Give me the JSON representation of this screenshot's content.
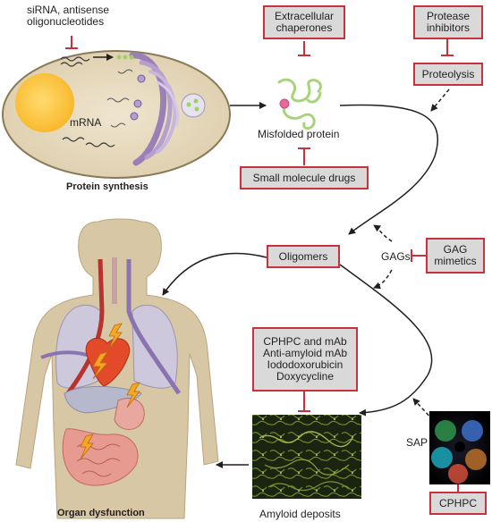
{
  "labels": {
    "sirna_line1": "siRNA, antisense",
    "sirna_line2": "oligonucleotides",
    "mrna": "mRNA",
    "protein_synthesis": "Protein synthesis",
    "misfolded_protein": "Misfolded protein",
    "gags": "GAGs",
    "sap": "SAP",
    "organ_dysfunction": "Organ dysfunction",
    "amyloid_deposits": "Amyloid deposits"
  },
  "boxes": {
    "extracellular_chaperones": [
      "Extracellular",
      "chaperones"
    ],
    "protease_inhibitors": [
      "Protease",
      "inhibitors"
    ],
    "proteolysis": [
      "Proteolysis"
    ],
    "small_molecule_drugs": [
      "Small molecule drugs"
    ],
    "oligomers": [
      "Oligomers"
    ],
    "gag_mimetics": [
      "GAG",
      "mimetics"
    ],
    "amyloid_therapies": [
      "CPHPC and mAb",
      "Anti-amyloid mAb",
      "Iododoxorubicin",
      "Doxycycline"
    ],
    "cphpc": [
      "CPHPC"
    ]
  },
  "colors": {
    "inhibitor_red": "#c8323c",
    "box_fill": "#d9d9d9",
    "cell_fill": "#e8dcc2",
    "nucleus": "#fcc447",
    "golgi": "#9b7fb8",
    "body_fill": "#d8c7a4",
    "arrow": "#231f20"
  }
}
